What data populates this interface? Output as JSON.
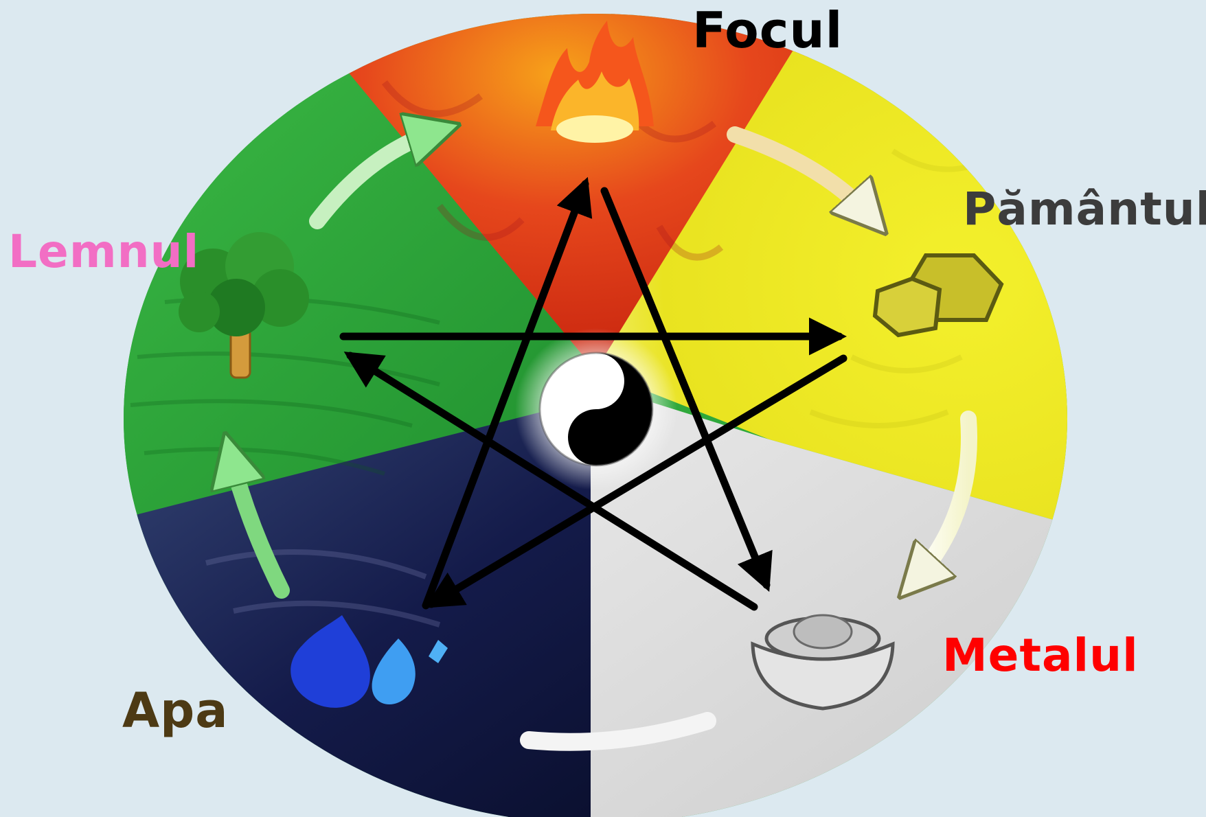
{
  "labels": {
    "fire": "Focul",
    "earth": "Pământul",
    "wood": "Lemnul",
    "metal": "Metalul",
    "water": "Apa"
  },
  "colors": {
    "background": "#dce9f0",
    "fire_label": "#000000",
    "earth_label": "#3c3c3c",
    "wood_label": "#f26ec4",
    "metal_label": "#ff0000",
    "water_label": "#4d3a14",
    "fire_region": "#e0341a",
    "earth_region": "#f2ee2a",
    "wood_region": "#2fa83b",
    "metal_region": "#d9d9d9",
    "water_region": "#141b4a"
  },
  "icons": {
    "fire": "flame-icon",
    "earth": "earth-rocks-icon",
    "wood": "tree-icon",
    "metal": "gold-ingot-icon",
    "water": "water-drops-icon",
    "center": "yin-yang-icon"
  }
}
